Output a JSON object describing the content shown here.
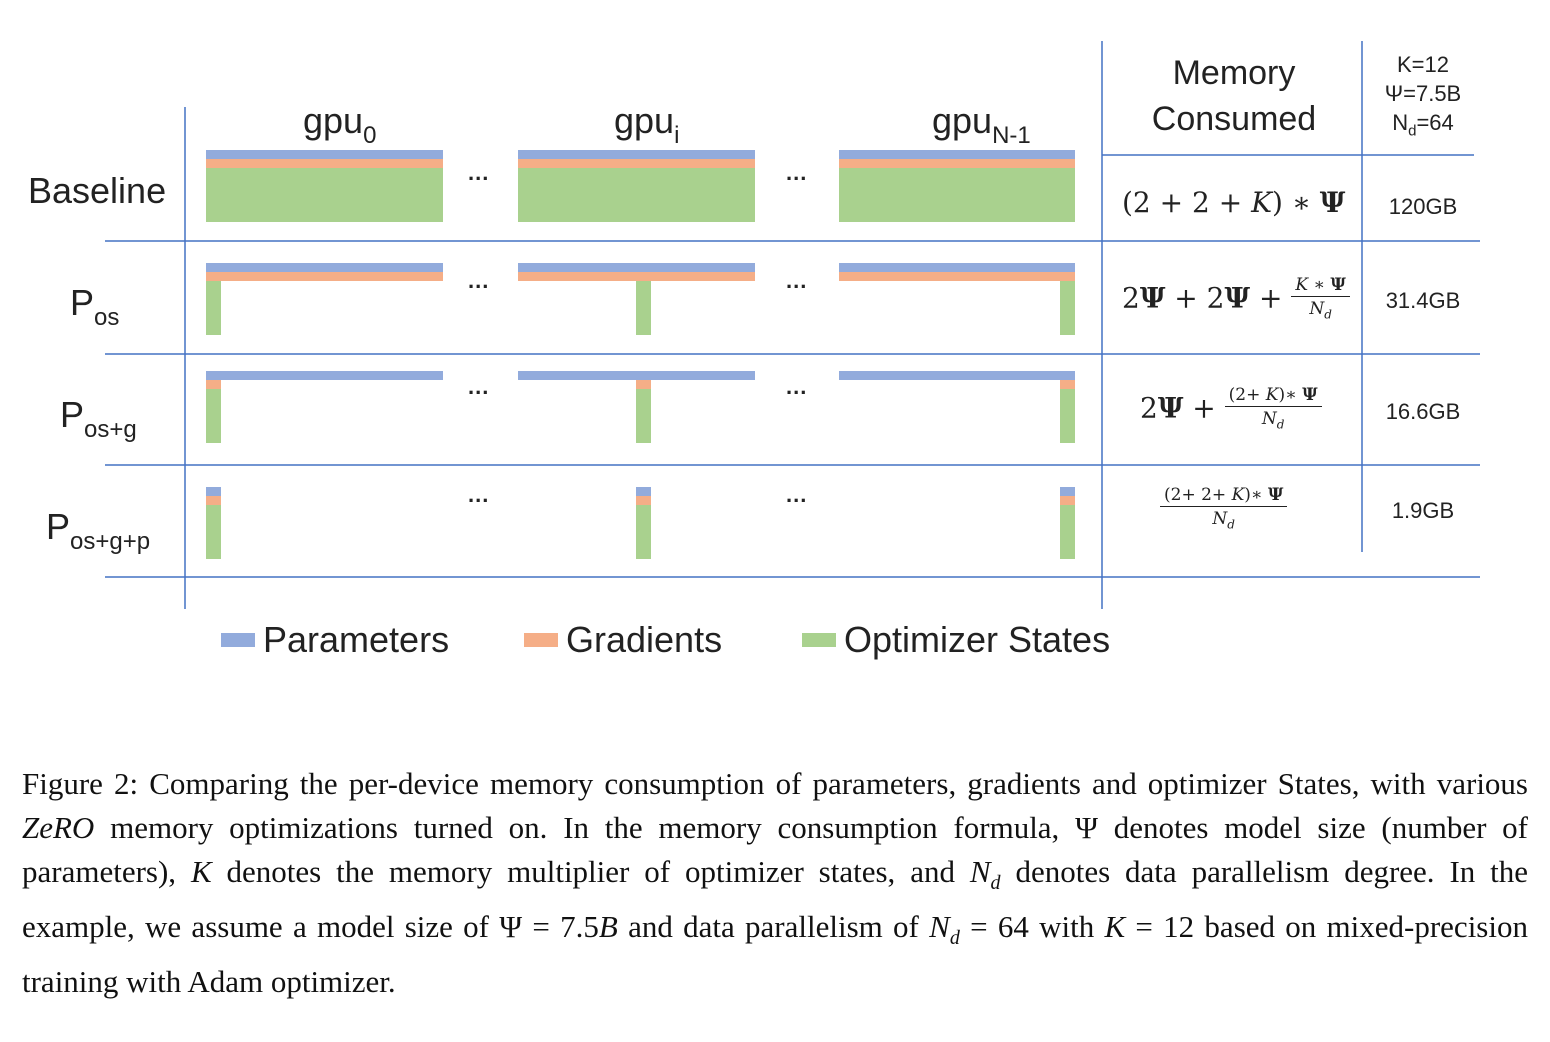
{
  "figure": {
    "gpu_headers": [
      {
        "base": "gpu",
        "sub": "0"
      },
      {
        "base": "gpu",
        "sub": "i"
      },
      {
        "base": "gpu",
        "sub": "N-1"
      }
    ],
    "ellipsis": "...",
    "rows": [
      {
        "base": "Baseline",
        "sub": "",
        "formula_label": "(2 + 2 + K) ∗ Ψ",
        "memory": "120GB"
      },
      {
        "base": "P",
        "sub": "os",
        "formula_label": "2Ψ + 2Ψ + K∗Ψ / Nd",
        "memory": "31.4GB"
      },
      {
        "base": "P",
        "sub": "os+g",
        "formula_label": "2Ψ + (2+K)∗Ψ / Nd",
        "memory": "16.6GB"
      },
      {
        "base": "P",
        "sub": "os+g+p",
        "formula_label": "(2+2+K)∗Ψ / Nd",
        "memory": "1.9GB"
      }
    ],
    "memory_header": [
      "Memory",
      "Consumed"
    ],
    "params_header": {
      "k": "K=12",
      "psi": "Ψ=7.5B",
      "nd_base": "N",
      "nd_sub": "d",
      "nd_val": "=64"
    },
    "legend": [
      {
        "label": "Parameters",
        "color": "#92abdc"
      },
      {
        "label": "Gradients",
        "color": "#f5ae87"
      },
      {
        "label": "Optimizer States",
        "color": "#a9d18e"
      }
    ],
    "colors": {
      "parameters": "#92abdc",
      "gradients": "#f5ae87",
      "optimizer": "#a9d18e",
      "grid": "#4472c4"
    }
  },
  "caption": {
    "label": "Figure 2:",
    "t1": "Comparing the per-device memory consumption of parameters, gradients and optimizer States, with various",
    "zero": "ZeRO",
    "t2": "memory optimizations turned on. In the memory consumption formula, Ψ denotes model size (number of parameters),",
    "k": "K",
    "t3": "denotes the memory multiplier of optimizer states, and",
    "nd": "N",
    "nd_sub": "d",
    "t4": "denotes data parallelism degree. In the example, we assume a model size of Ψ = 7.5",
    "b": "B",
    "t5": "and data parallelism of",
    "t6": "= 64 with",
    "t7": "= 12 based on mixed-precision training with Adam optimizer."
  }
}
